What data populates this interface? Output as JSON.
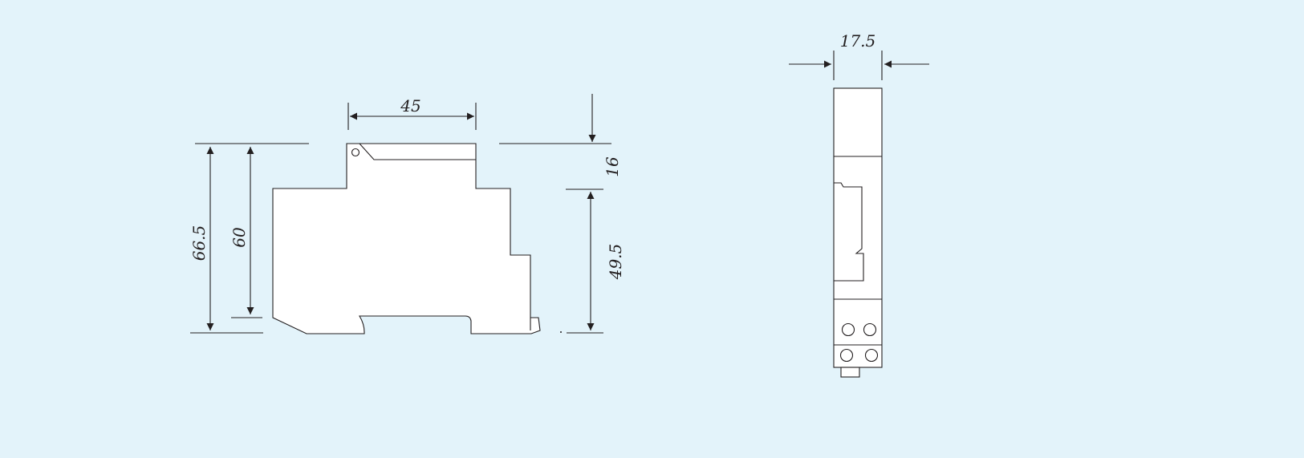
{
  "dimensions": {
    "overall_height": "66.5",
    "body_height": "60",
    "top_width": "45",
    "top_offset": "16",
    "rail_height": "49.5",
    "module_width": "17.5"
  },
  "colors": {
    "background": "#e3f3fa",
    "line": "#231f20",
    "fill": "#ffffff"
  }
}
